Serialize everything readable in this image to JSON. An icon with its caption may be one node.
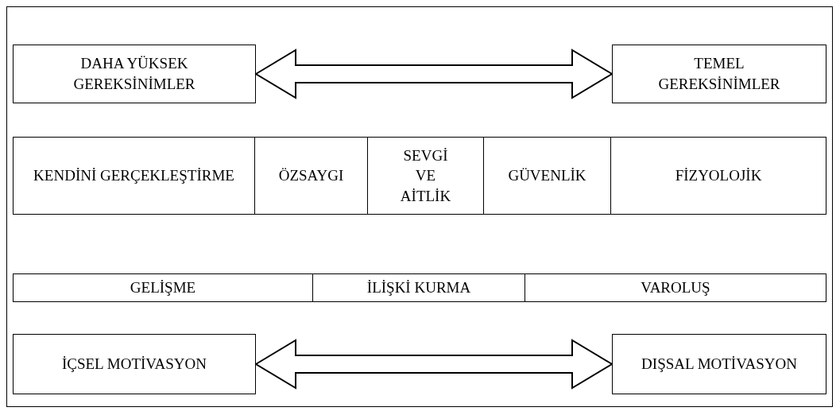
{
  "diagram": {
    "nodes": [
      {
        "text": [
          "DAHA YÜKSEK GEREKSİNİMLER"
        ]
      },
      {
        "text": [
          "TEMEL GEREKSİNİMLER"
        ]
      },
      {
        "text": [
          "KENDİNİ GERÇEKLEŞTİRME"
        ]
      },
      {
        "text": [
          "ÖZSAYGI"
        ]
      },
      {
        "text": [
          "SEVGİ VE AİTLİK"
        ]
      },
      {
        "text": [
          "GÜVENLİK"
        ]
      },
      {
        "text": [
          "FİZYOLOJİK"
        ]
      },
      {
        "text": [
          "GELİŞME"
        ]
      },
      {
        "text": [
          "İLİŞKİ KURMA"
        ]
      },
      {
        "text": [
          "VAROLUŞ"
        ]
      },
      {
        "text": [
          "İÇSEL MOTİVASYON"
        ]
      },
      {
        "text": [
          "DIŞSAL MOTİVASYON"
        ]
      }
    ],
    "edges": [
      {
        "from": 0,
        "to": 1,
        "arrow": "both"
      },
      {
        "from": 10,
        "to": 11,
        "arrow": "both"
      }
    ]
  }
}
